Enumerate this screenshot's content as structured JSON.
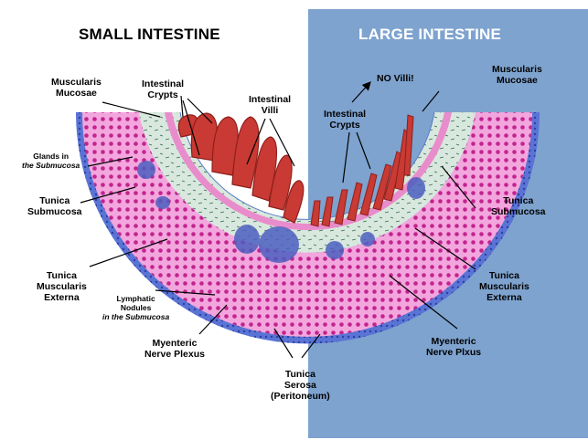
{
  "headers": {
    "small": "SMALL INTESTINE",
    "large": "LARGE INTESTINE"
  },
  "labels": {
    "muscularis_mucosae_left": [
      "Muscularis",
      "Mucosae"
    ],
    "intestinal_crypts_left": [
      "Intestinal",
      "Crypts"
    ],
    "intestinal_villi": [
      "Intestinal",
      "Villi"
    ],
    "glands_submucosa": [
      "Glands in",
      "the Submucosa"
    ],
    "tunica_submucosa_left": [
      "Tunica",
      "Submucosa"
    ],
    "tunica_muscularis_left": [
      "Tunica",
      "Muscularis",
      "Externa"
    ],
    "lymphatic_nodules": [
      "Lymphatic",
      "Nodules",
      "in the Submucosa"
    ],
    "myenteric_left": [
      "Myenteric",
      "Nerve Plexus"
    ],
    "tunica_serosa": [
      "Tunica",
      "Serosa",
      "(Peritoneum)"
    ],
    "no_villi": "NO Villi!",
    "muscularis_mucosae_right": [
      "Muscularis",
      "Mucosae"
    ],
    "intestinal_crypts_right": [
      "Intestinal",
      "Crypts"
    ],
    "tunica_submucosa_right": [
      "Tunica",
      "Submucosa"
    ],
    "tunica_muscularis_right": [
      "Tunica",
      "Muscularis",
      "Externa"
    ],
    "myenteric_right": [
      "Myenteric",
      "Nerve Plxus"
    ]
  },
  "colors": {
    "right_panel": "#7ea3cf",
    "serosa": "#4a63c9",
    "muscle": "#e676c4",
    "submucosa": "#d8e7dc",
    "mucosa": "#c0322c",
    "lymph": "#4c5fc0"
  }
}
